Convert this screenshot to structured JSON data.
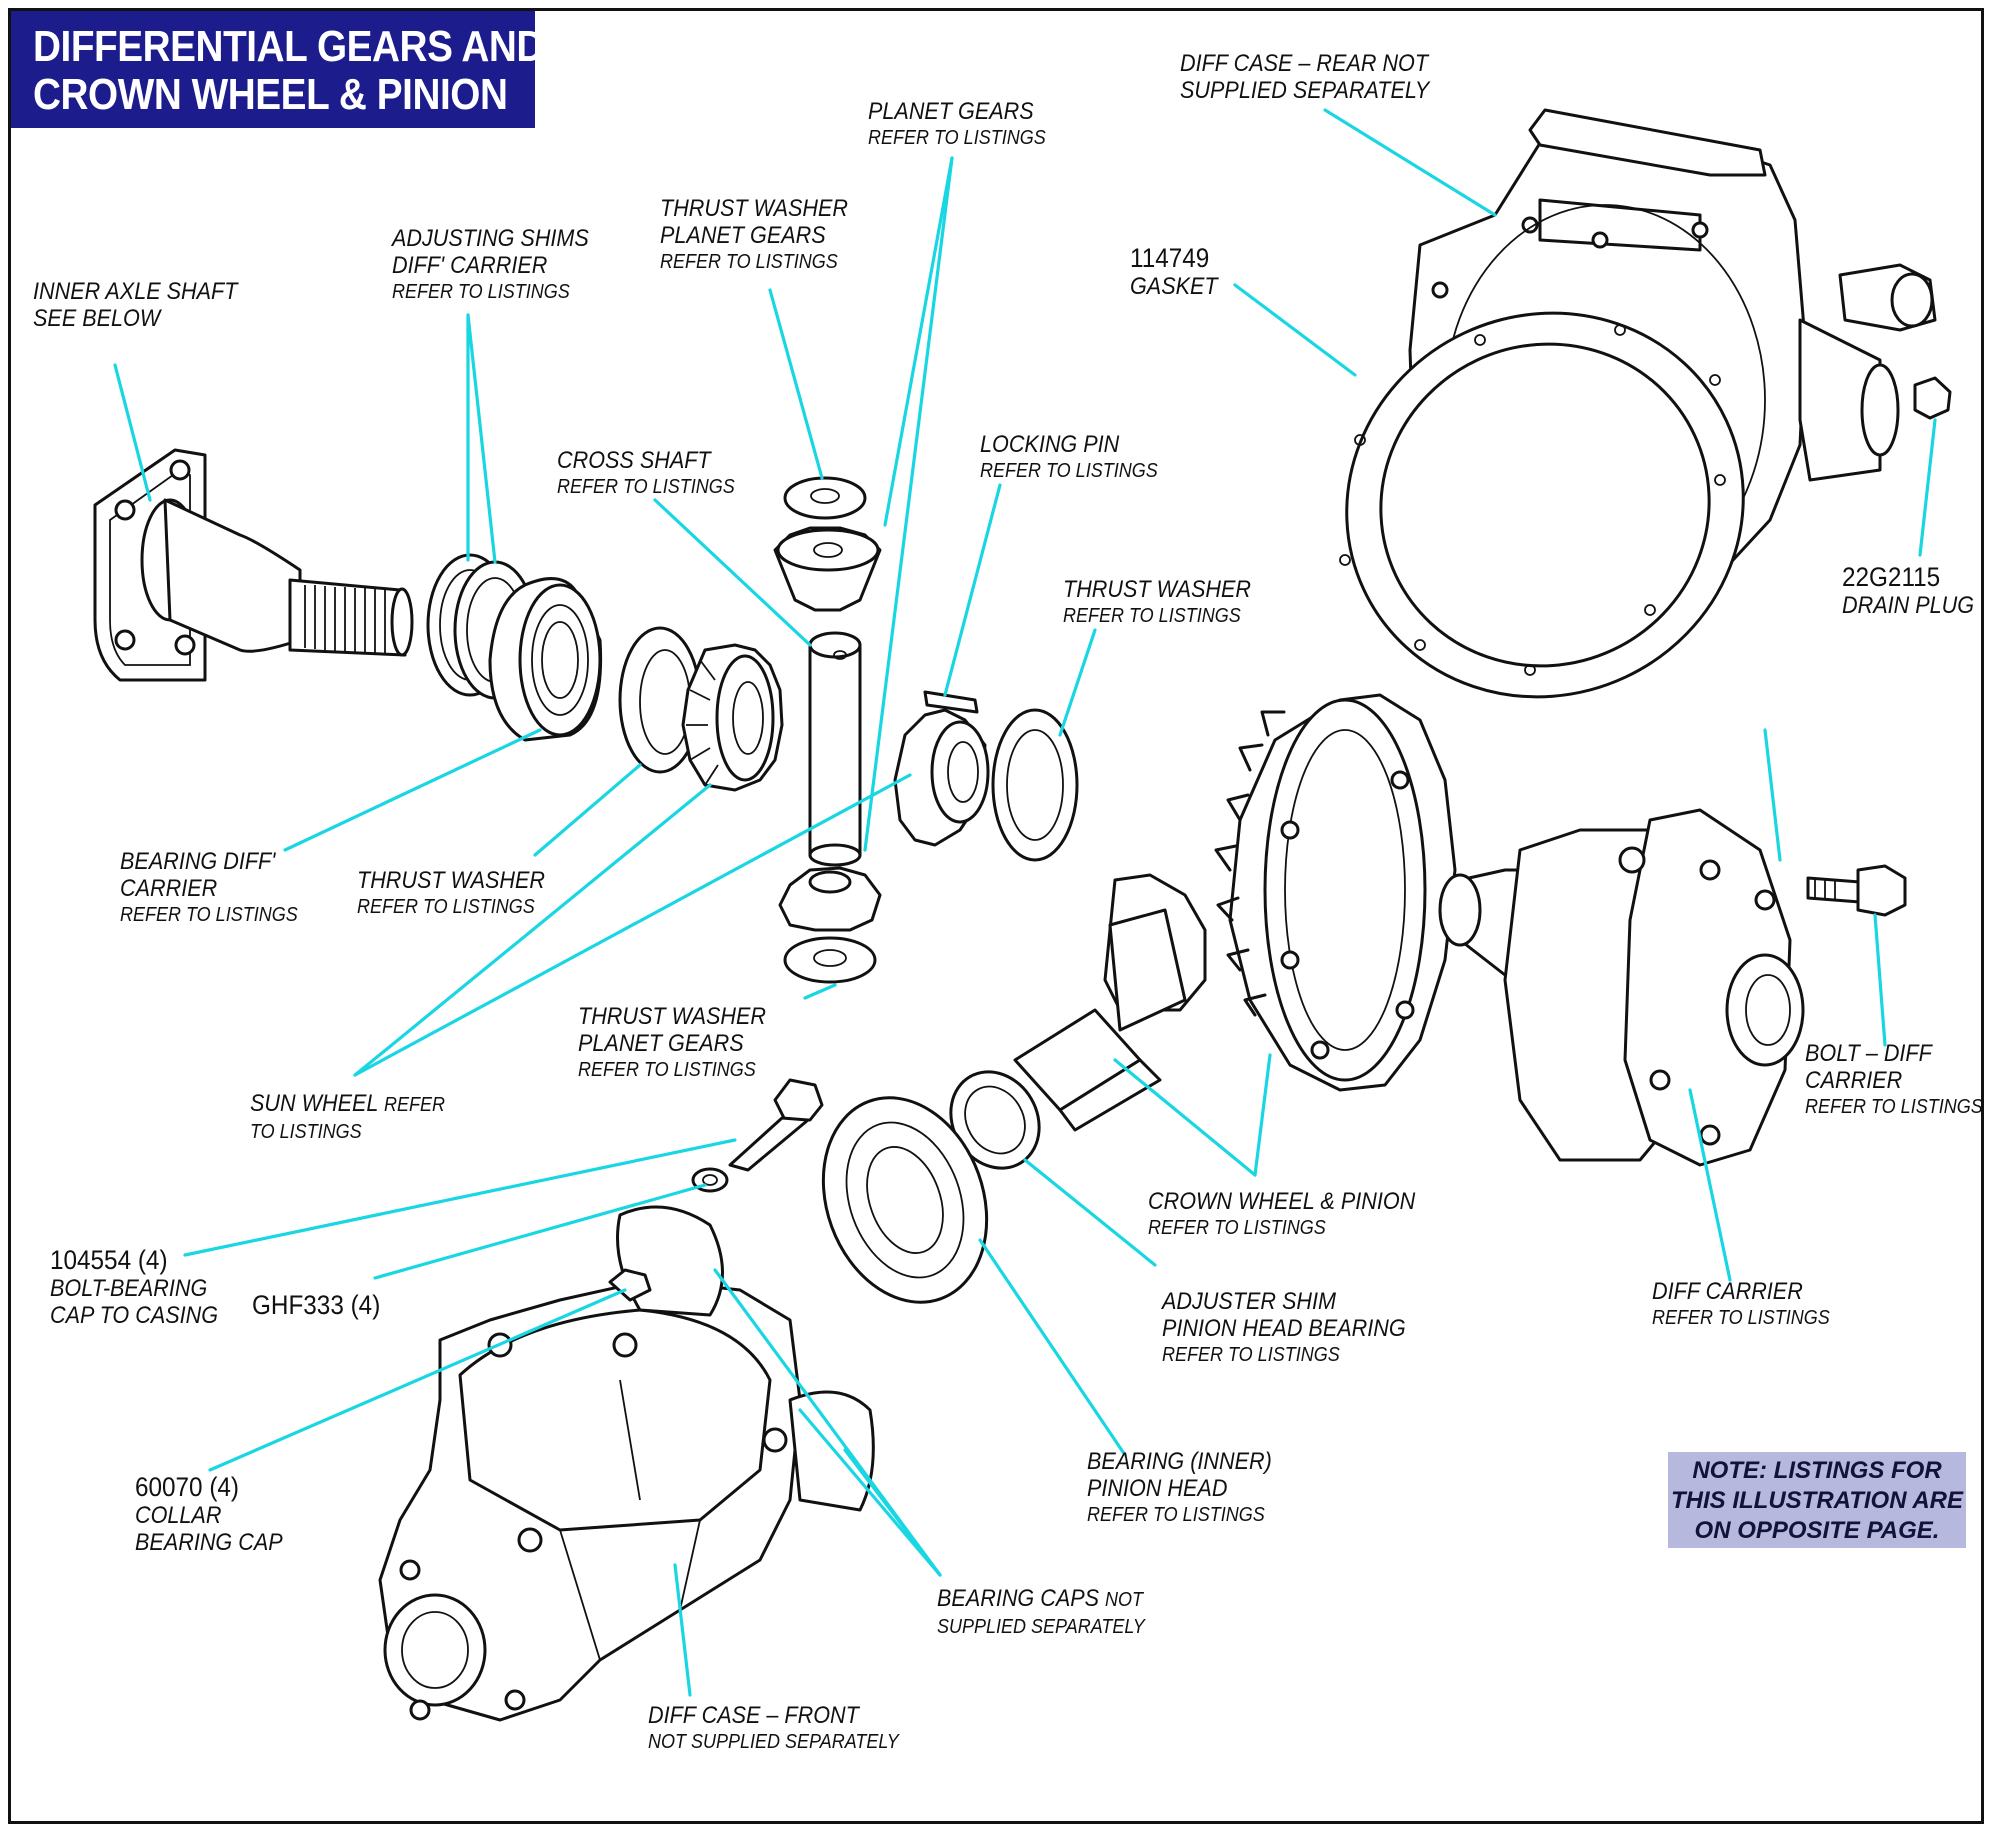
{
  "title": {
    "line1": "DIFFERENTIAL GEARS AND",
    "line2": "CROWN WHEEL & PINION"
  },
  "note": {
    "line1": "NOTE: LISTINGS FOR",
    "line2": "THIS ILLUSTRATION ARE",
    "line3": "ON OPPOSITE PAGE."
  },
  "labels": {
    "diff_case_rear": {
      "line1": "DIFF CASE – REAR NOT",
      "line2": "SUPPLIED SEPARATELY"
    },
    "planet_gears": {
      "name": "PLANET GEARS",
      "sub": "REFER TO LISTINGS"
    },
    "thrust_washer_planet_top": {
      "line1": "THRUST WASHER",
      "line2": "PLANET GEARS",
      "sub": "REFER TO LISTINGS"
    },
    "adjusting_shims": {
      "line1": "ADJUSTING SHIMS",
      "line2": "DIFF' CARRIER",
      "sub": "REFER TO LISTINGS"
    },
    "inner_axle_shaft": {
      "line1": "INNER AXLE SHAFT",
      "line2": "SEE BELOW"
    },
    "gasket": {
      "part": "114749",
      "name": "GASKET"
    },
    "cross_shaft": {
      "name": "CROSS SHAFT",
      "sub": "REFER TO LISTINGS"
    },
    "locking_pin": {
      "name": "LOCKING PIN",
      "sub": "REFER TO LISTINGS"
    },
    "thrust_washer_right": {
      "name": "THRUST WASHER",
      "sub": "REFER TO LISTINGS"
    },
    "drain_plug": {
      "part": "22G2115",
      "name": "DRAIN PLUG"
    },
    "bearing_diff_carrier": {
      "line1": "BEARING DIFF'",
      "line2": "CARRIER",
      "sub": "REFER TO LISTINGS"
    },
    "thrust_washer_left": {
      "name": "THRUST WASHER",
      "sub": "REFER TO LISTINGS"
    },
    "thrust_washer_planet_bottom": {
      "line1": "THRUST WASHER",
      "line2": "PLANET GEARS",
      "sub": "REFER TO LISTINGS"
    },
    "sun_wheel": {
      "name": "SUN WHEEL",
      "name_suffix": "REFER",
      "sub": "TO LISTINGS"
    },
    "bolt_diff_carrier": {
      "line1": "BOLT – DIFF",
      "line2": "CARRIER",
      "sub": "REFER TO LISTINGS"
    },
    "crown_wheel_pinion": {
      "name": "CROWN WHEEL & PINION",
      "sub": "REFER TO LISTINGS"
    },
    "bolt_bearing_cap": {
      "part": "104554 (4)",
      "line1": "BOLT-BEARING",
      "line2": "CAP TO CASING"
    },
    "ghf333": {
      "part": "GHF333 (4)"
    },
    "adjuster_shim": {
      "line1": "ADJUSTER SHIM",
      "line2": "PINION HEAD BEARING",
      "sub": "REFER TO LISTINGS"
    },
    "diff_carrier": {
      "name": "DIFF CARRIER",
      "sub": "REFER TO LISTINGS"
    },
    "collar": {
      "part": "60070 (4)",
      "line1": "COLLAR",
      "line2": "BEARING CAP"
    },
    "bearing_inner": {
      "line1": "BEARING (INNER)",
      "line2": "PINION HEAD",
      "sub": "REFER TO LISTINGS"
    },
    "bearing_caps": {
      "name": "BEARING CAPS",
      "name_suffix": "NOT",
      "sub": "SUPPLIED SEPARATELY"
    },
    "diff_case_front": {
      "name": "DIFF CASE – FRONT",
      "sub": "NOT SUPPLIED SEPARATELY"
    }
  },
  "colors": {
    "title_bg": "#1c1c8c",
    "leader": "#19d6e3",
    "note_bg": "#b7b8dd",
    "line_art": "#111111"
  }
}
